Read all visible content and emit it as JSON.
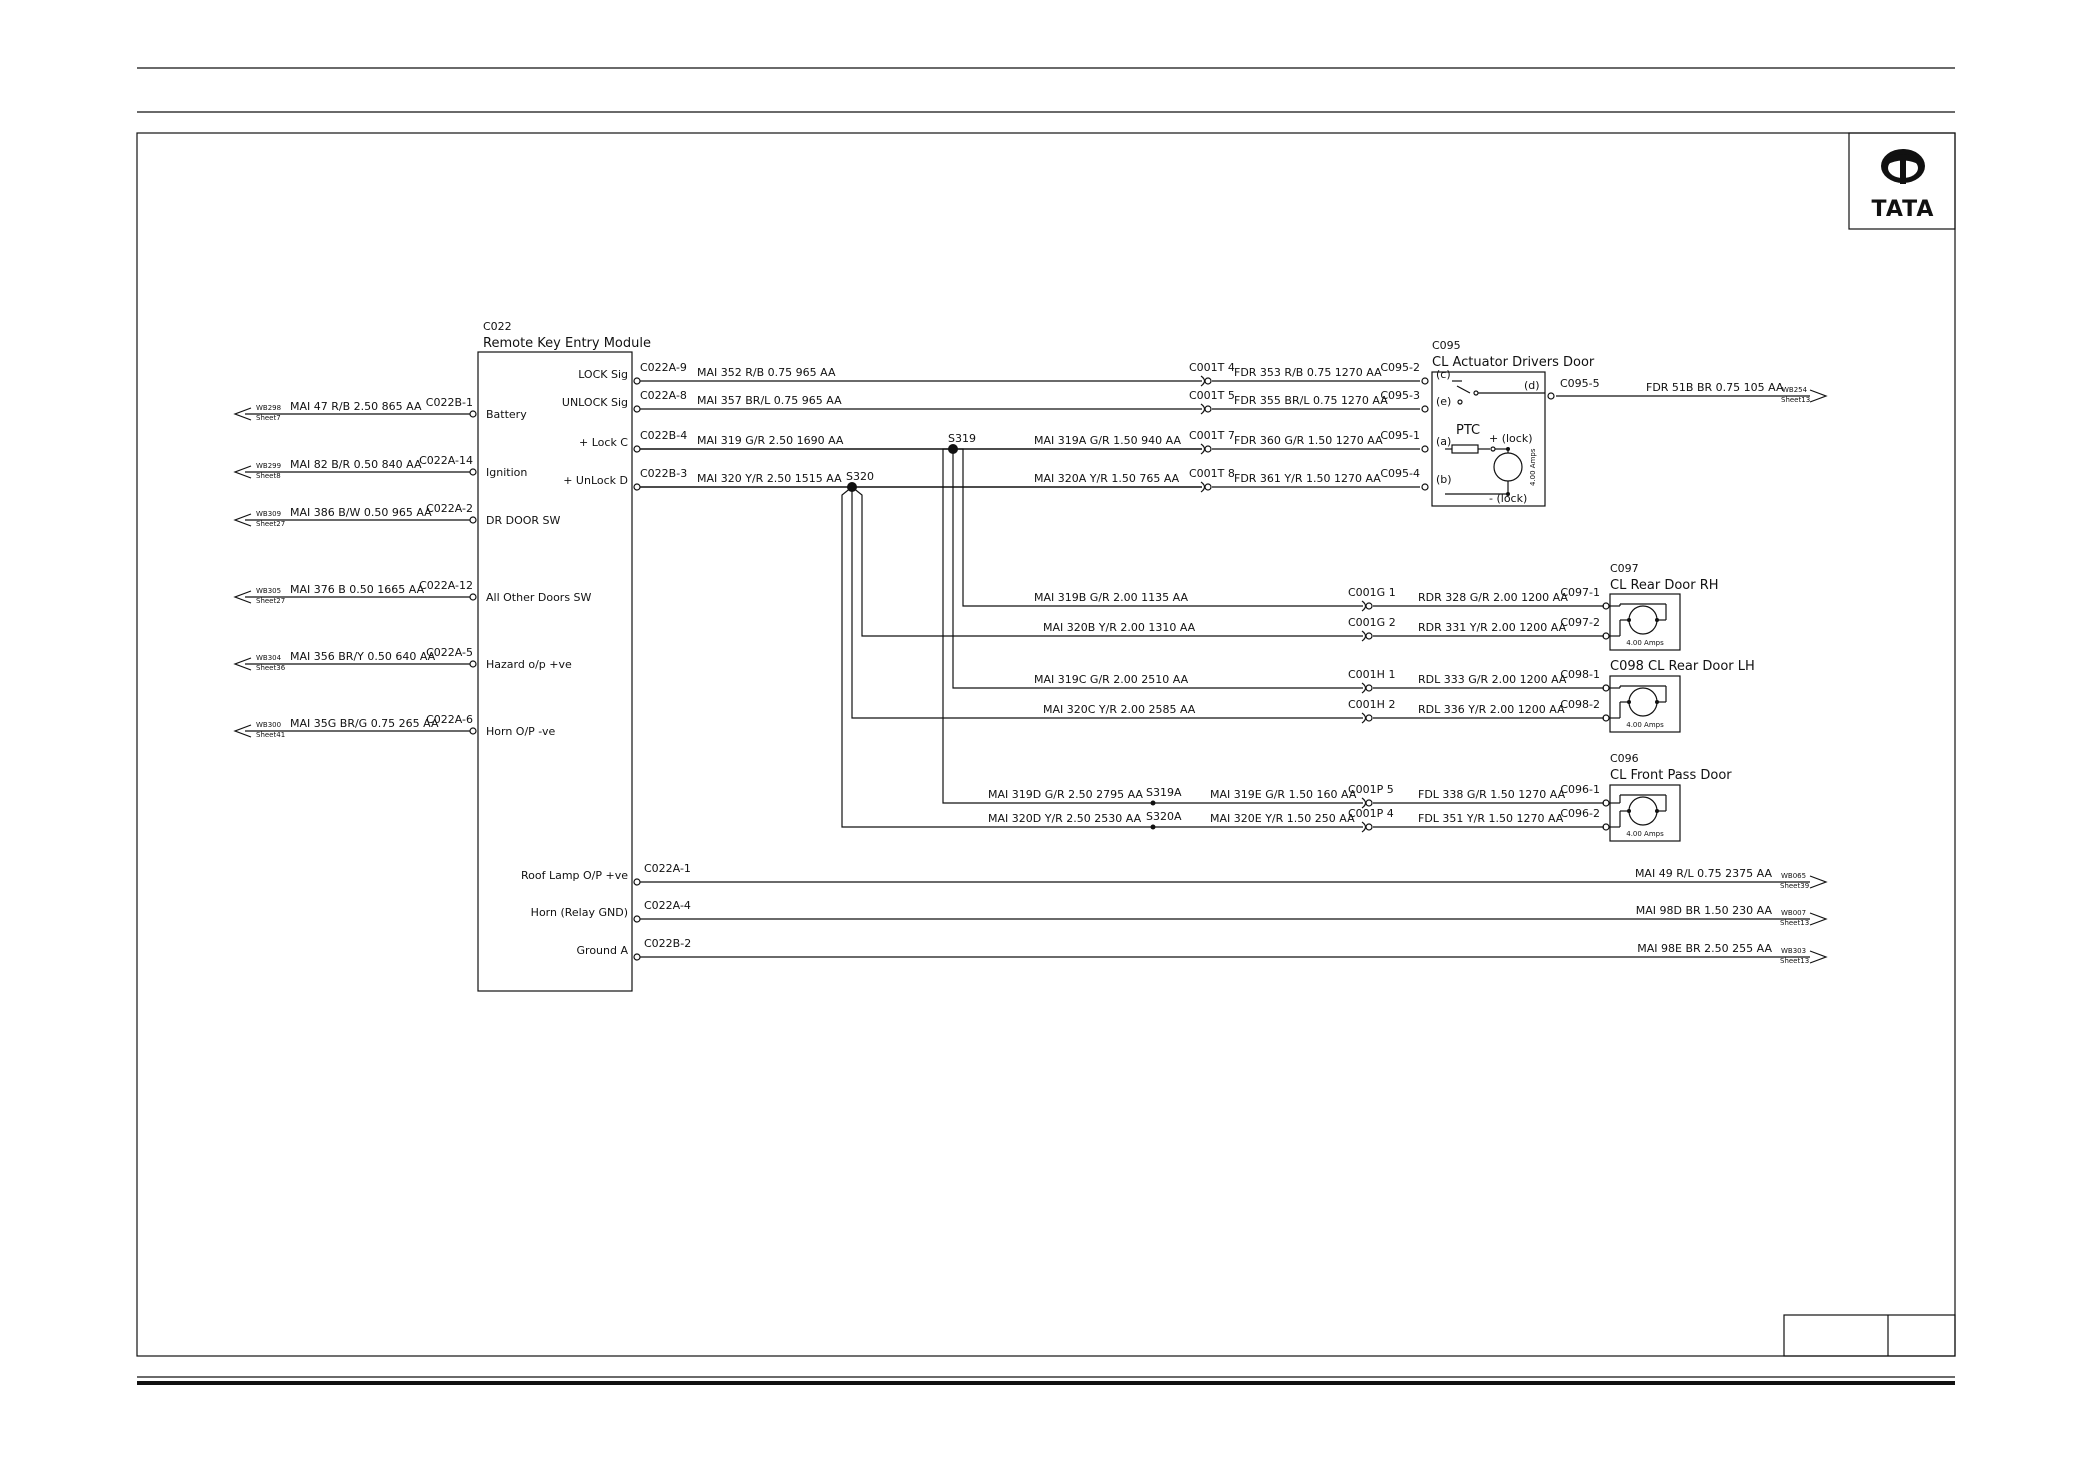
{
  "logo": {
    "brand": "TATA"
  },
  "module": {
    "id": "C022",
    "title": "Remote Key Entry Module"
  },
  "left_wires": [
    {
      "sheet_ref": "WB298",
      "sheet": "Sheet7",
      "wire": "MAI  47 R/B 2.50 865 AA",
      "connector": "C022B-1",
      "pin_label": "Battery"
    },
    {
      "sheet_ref": "WB299",
      "sheet": "Sheet8",
      "wire": "MAI  82 B/R 0.50 840 AA",
      "connector": "C022A-14",
      "pin_label": "Ignition"
    },
    {
      "sheet_ref": "WB309",
      "sheet": "Sheet27",
      "wire": "MAI  386 B/W 0.50 965 AA",
      "connector": "C022A-2",
      "pin_label": "DR DOOR SW"
    },
    {
      "sheet_ref": "WB305",
      "sheet": "Sheet27",
      "wire": "MAI  376 B 0.50 1665 AA",
      "connector": "C022A-12",
      "pin_label": "All Other Doors SW"
    },
    {
      "sheet_ref": "WB304",
      "sheet": "Sheet36",
      "wire": "MAI  356 BR/Y 0.50 640 AA",
      "connector": "C022A-5",
      "pin_label": "Hazard o/p +ve"
    },
    {
      "sheet_ref": "WB300",
      "sheet": "Sheet41",
      "wire": "MAI  35G BR/G 0.75 265 AA",
      "connector": "C022A-6",
      "pin_label": "Horn O/P -ve"
    }
  ],
  "right_pins": [
    {
      "label": "LOCK Sig",
      "connector": "C022A-9"
    },
    {
      "label": "UNLOCK Sig",
      "connector": "C022A-8"
    },
    {
      "label": "+ Lock C",
      "connector": "C022B-4"
    },
    {
      "label": "+ UnLock D",
      "connector": "C022B-3"
    },
    {
      "label": "Roof Lamp O/P +ve",
      "connector": "C022A-1"
    },
    {
      "label": "Horn (Relay GND)",
      "connector": "C022A-4"
    },
    {
      "label": "Ground A",
      "connector": "C022B-2"
    }
  ],
  "driver_wires": [
    {
      "wire1": "MAI  352 R/B 0.75 965 AA",
      "conn": "C001T 4",
      "wire2": "FDR  353 R/B 0.75 1270 AA",
      "dest": "C095-2"
    },
    {
      "wire1": "MAI  357 BR/L 0.75 965 AA",
      "conn": "C001T 5",
      "wire2": "FDR  355 BR/L 0.75 1270 AA",
      "dest": "C095-3"
    },
    {
      "wire1": "MAI  319 G/R 2.50 1690 AA",
      "mid": "MAI  319A G/R 1.50 940 AA",
      "conn": "C001T 7",
      "wire2": "FDR  360 G/R 1.50 1270 AA",
      "dest": "C095-1"
    },
    {
      "wire1": "MAI  320 Y/R 2.50 1515 AA",
      "mid": "MAI  320A Y/R 1.50 765 AA",
      "conn": "C001T 8",
      "wire2": "FDR  361 Y/R 1.50 1270 AA",
      "dest": "C095-4"
    }
  ],
  "splices": {
    "s319": "S319",
    "s320": "S320",
    "s319a": "S319A",
    "s320a": "S320A"
  },
  "actuator_driver": {
    "id": "C095",
    "title": "CL Actuator Drivers Door",
    "pins": [
      "(c)",
      "(e)",
      "(a)",
      "(b)",
      "(d)"
    ],
    "ptc": "PTC",
    "lock_plus": "+ (lock)",
    "lock_minus": "- (lock)",
    "amps": "4.00 Amps",
    "out_conn": "C095-5",
    "out_wire": "FDR  51B BR 0.75 105 AA",
    "out_ref": "WB254",
    "out_sheet": "Sheet13"
  },
  "rear_rh": {
    "id": "C097",
    "title": "CL Rear Door RH",
    "amps": "4.00 Amps",
    "rows": [
      {
        "wire1": "MAI  319B G/R 2.00 1135 AA",
        "conn": "C001G 1",
        "wire2": "RDR  328 G/R 2.00 1200 AA",
        "dest": "C097-1"
      },
      {
        "wire1": "MAI  320B Y/R 2.00 1310 AA",
        "conn": "C001G 2",
        "wire2": "RDR  331 Y/R 2.00 1200 AA",
        "dest": "C097-2"
      }
    ]
  },
  "rear_lh": {
    "title": "C098  CL Rear Door LH",
    "amps": "4.00 Amps",
    "rows": [
      {
        "wire1": "MAI  319C G/R 2.00 2510 AA",
        "conn": "C001H 1",
        "wire2": "RDL  333 G/R 2.00 1200 AA",
        "dest": "C098-1"
      },
      {
        "wire1": "MAI  320C Y/R 2.00 2585 AA",
        "conn": "C001H 2",
        "wire2": "RDL  336 Y/R 2.00 1200 AA",
        "dest": "C098-2"
      }
    ]
  },
  "front_pass": {
    "id": "C096",
    "title": "CL Front Pass Door",
    "amps": "4.00 Amps",
    "rows": [
      {
        "wire1": "MAI  319D G/R 2.50 2795 AA",
        "mid": "MAI  319E G/R 1.50 160 AA",
        "conn": "C001P 5",
        "wire2": "FDL  338 G/R 1.50 1270 AA",
        "dest": "C096-1"
      },
      {
        "wire1": "MAI  320D Y/R 2.50 2530 AA",
        "mid": "MAI  320E Y/R 1.50 250 AA",
        "conn": "C001P 4",
        "wire2": "FDL  351 Y/R 1.50 1270 AA",
        "dest": "C096-2"
      }
    ]
  },
  "bottom_wires": [
    {
      "wire": "MAI  49 R/L 0.75 2375 AA",
      "ref": "WB065",
      "sheet": "Sheet39"
    },
    {
      "wire": "MAI  98D BR 1.50 230 AA",
      "ref": "WB007",
      "sheet": "Sheet13"
    },
    {
      "wire": "MAI  98E BR 2.50 255 AA",
      "ref": "WB303",
      "sheet": "Sheet13"
    }
  ]
}
